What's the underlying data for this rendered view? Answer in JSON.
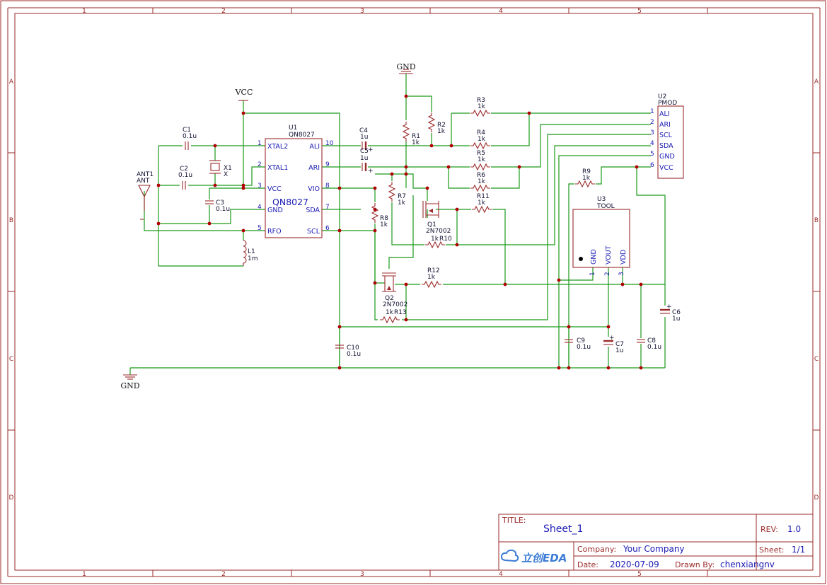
{
  "frame": {
    "columns": [
      "1",
      "2",
      "3",
      "4",
      "5"
    ],
    "rows": [
      "A",
      "B",
      "C",
      "D"
    ]
  },
  "power": {
    "gnd_top": "GND",
    "vcc": "VCC",
    "gnd_bottom": "GND"
  },
  "components": {
    "u1": {
      "ref": "U1",
      "value": "QN8027",
      "body_label": "QN8027",
      "pins_left": [
        {
          "num": "1",
          "name": "XTAL2"
        },
        {
          "num": "2",
          "name": "XTAL1"
        },
        {
          "num": "3",
          "name": "VCC"
        },
        {
          "num": "4",
          "name": "GND"
        },
        {
          "num": "5",
          "name": "RFO"
        }
      ],
      "pins_right": [
        {
          "num": "10",
          "name": "ALI"
        },
        {
          "num": "9",
          "name": "ARI"
        },
        {
          "num": "8",
          "name": "VIO"
        },
        {
          "num": "7",
          "name": "SDA"
        },
        {
          "num": "6",
          "name": "SCL"
        }
      ]
    },
    "u2": {
      "ref": "U2",
      "value": "PMOD",
      "pins": [
        {
          "num": "1",
          "name": "ALI"
        },
        {
          "num": "2",
          "name": "ARI"
        },
        {
          "num": "3",
          "name": "SCL"
        },
        {
          "num": "4",
          "name": "SDA"
        },
        {
          "num": "5",
          "name": "GND"
        },
        {
          "num": "6",
          "name": "VCC"
        }
      ]
    },
    "u3": {
      "ref": "U3",
      "value": "TOOL",
      "pins": [
        {
          "num": "1",
          "name": "GND"
        },
        {
          "num": "2",
          "name": "VOUT"
        },
        {
          "num": "3",
          "name": "VDD"
        }
      ]
    },
    "c1": {
      "ref": "C1",
      "value": "0.1u"
    },
    "c2": {
      "ref": "C2",
      "value": "0.1u"
    },
    "c3": {
      "ref": "C3",
      "value": "0.1u"
    },
    "c4": {
      "ref": "C4",
      "value": "1u"
    },
    "c5": {
      "ref": "C5",
      "value": "1u"
    },
    "c6": {
      "ref": "C6",
      "value": "1u"
    },
    "c7": {
      "ref": "C7",
      "value": "1u"
    },
    "c8": {
      "ref": "C8",
      "value": "0.1u"
    },
    "c9": {
      "ref": "C9",
      "value": "0.1u"
    },
    "c10": {
      "ref": "C10",
      "value": "0.1u"
    },
    "x1": {
      "ref": "X1",
      "value": "X"
    },
    "ant1": {
      "ref": "ANT1",
      "value": "ANT"
    },
    "l1": {
      "ref": "L1",
      "value": "1m"
    },
    "r1": {
      "ref": "R1",
      "value": "1k"
    },
    "r2": {
      "ref": "R2",
      "value": "1k"
    },
    "r3": {
      "ref": "R3",
      "value": "1k"
    },
    "r4": {
      "ref": "R4",
      "value": "1k"
    },
    "r5": {
      "ref": "R5",
      "value": "1k"
    },
    "r6": {
      "ref": "R6",
      "value": "1k"
    },
    "r7": {
      "ref": "R7",
      "value": "1k"
    },
    "r8": {
      "ref": "R8",
      "value": "1k"
    },
    "r9": {
      "ref": "R9",
      "value": "1k"
    },
    "r10": {
      "ref": "R10",
      "value": "1k"
    },
    "r11": {
      "ref": "R11",
      "value": "1k"
    },
    "r12": {
      "ref": "R12",
      "value": "1k"
    },
    "r13": {
      "ref": "R13",
      "value": "1k"
    },
    "q1": {
      "ref": "Q1",
      "value": "2N7002"
    },
    "q2": {
      "ref": "Q2",
      "value": "2N7002"
    }
  },
  "title_block": {
    "title_label": "TITLE:",
    "title": "Sheet_1",
    "rev_label": "REV:",
    "rev": "1.0",
    "company_label": "Company:",
    "company": "Your Company",
    "sheet_label": "Sheet:",
    "sheet": "1/1",
    "date_label": "Date:",
    "date": "2020-07-09",
    "drawn_label": "Drawn By:",
    "drawn_by": "chenxiangnv",
    "logo_text": "立创EDA",
    "logo_color": "#3b7bd6"
  }
}
